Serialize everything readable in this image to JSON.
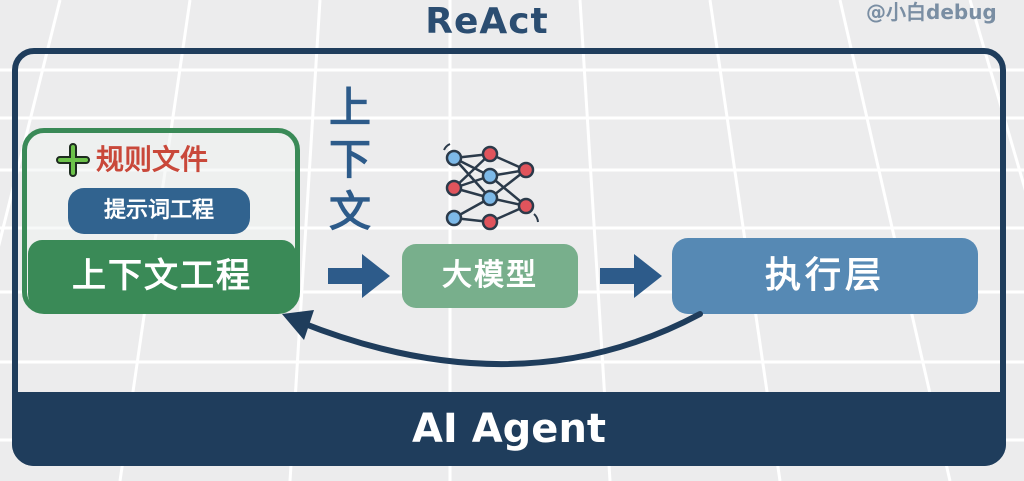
{
  "title": "ReAct",
  "watermark": "@小白debug",
  "context_box": {
    "rules_label": "规则文件",
    "prompt_label": "提示词工程",
    "main_label": "上下文工程"
  },
  "vertical_label": [
    "上",
    "下",
    "文"
  ],
  "llm_label": "大模型",
  "exec_label": "执行层",
  "agent_label": "AI Agent",
  "colors": {
    "navy": "#1f3d5c",
    "green": "#3a8a57",
    "light_green": "#78af8c",
    "blue": "#5689b4",
    "red": "#c9483a"
  },
  "icons": [
    "plus-icon",
    "neural-network-icon",
    "arrow-right-icon",
    "feedback-arrow-icon"
  ]
}
